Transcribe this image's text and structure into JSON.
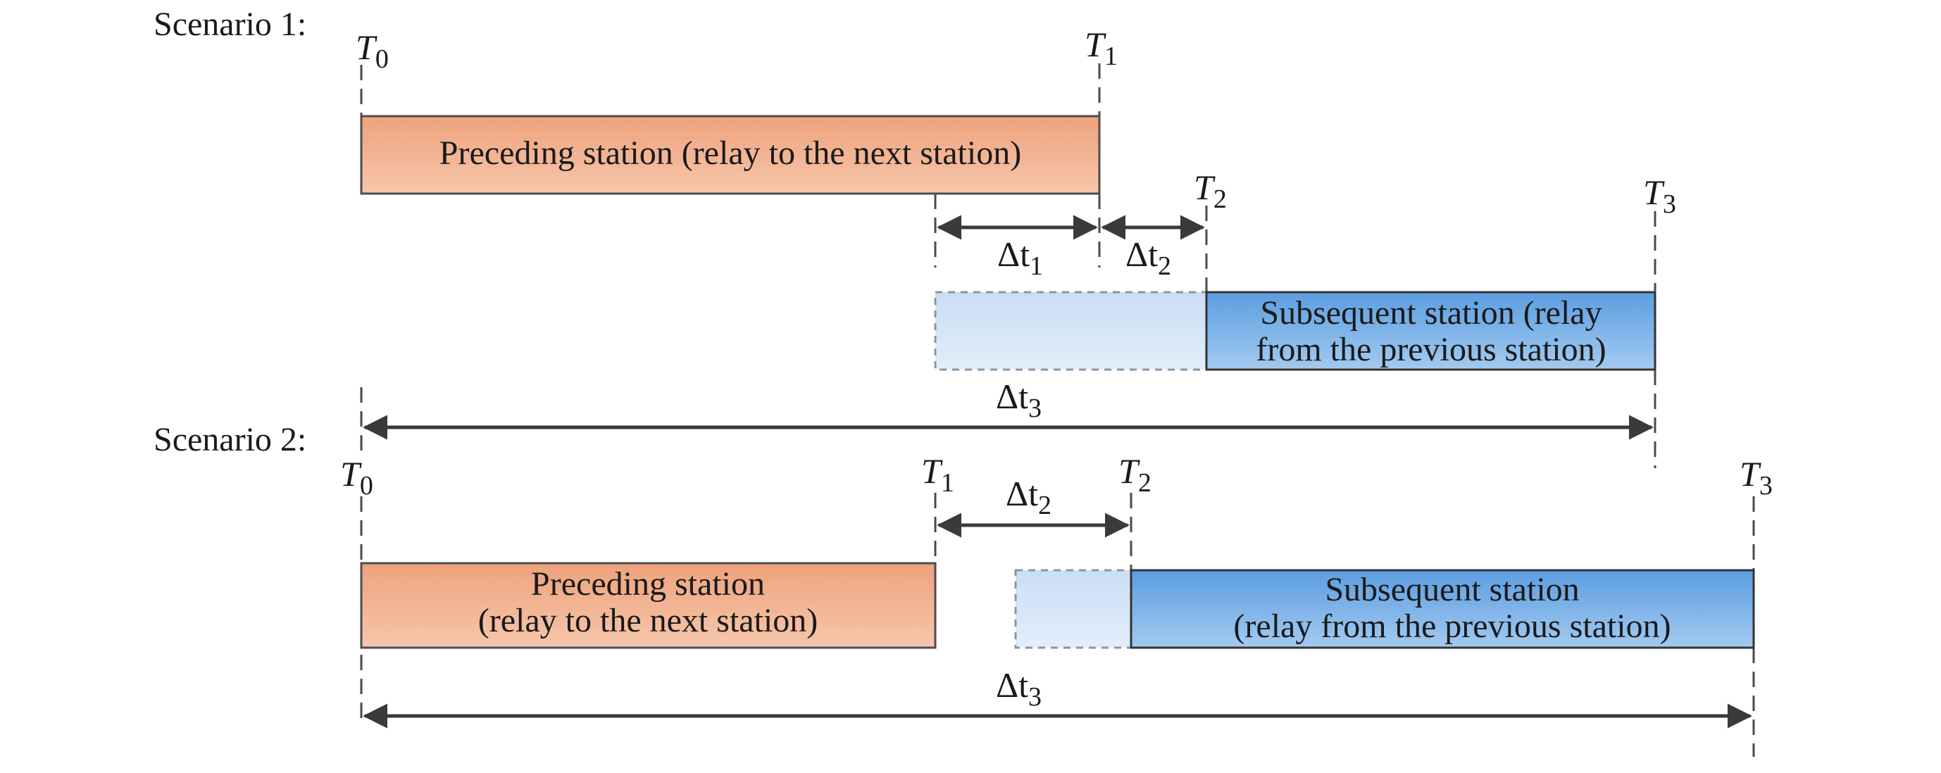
{
  "scenario1": {
    "label": "Scenario 1:",
    "t0": {
      "name": "T",
      "sub": "0"
    },
    "t1": {
      "name": "T",
      "sub": "1"
    },
    "t2": {
      "name": "T",
      "sub": "2"
    },
    "t3": {
      "name": "T",
      "sub": "3"
    },
    "preceding": {
      "line1": "Preceding station (relay to the next station)"
    },
    "subsequent": {
      "line1": "Subsequent station (relay",
      "line2": "from the previous station)"
    },
    "dt1": {
      "name": "Δt",
      "sub": "1"
    },
    "dt2": {
      "name": "Δt",
      "sub": "2"
    },
    "dt3": {
      "name": "Δt",
      "sub": "3"
    }
  },
  "scenario2": {
    "label": "Scenario 2:",
    "t0": {
      "name": "T",
      "sub": "0"
    },
    "t1": {
      "name": "T",
      "sub": "1"
    },
    "t2": {
      "name": "T",
      "sub": "2"
    },
    "t3": {
      "name": "T",
      "sub": "3"
    },
    "preceding": {
      "line1": "Preceding station",
      "line2": "(relay to the next station)"
    },
    "subsequent": {
      "line1": "Subsequent station",
      "line2": "(relay from the previous station)"
    },
    "dt2": {
      "name": "Δt",
      "sub": "2"
    },
    "dt3": {
      "name": "Δt",
      "sub": "3"
    }
  },
  "colors": {
    "preceding_top": "#eea27c",
    "preceding_bottom": "#f6c6ab",
    "subsequent_top": "#5b9de0",
    "subsequent_bottom": "#a3caf0",
    "ghost": "#cfe3f6"
  }
}
